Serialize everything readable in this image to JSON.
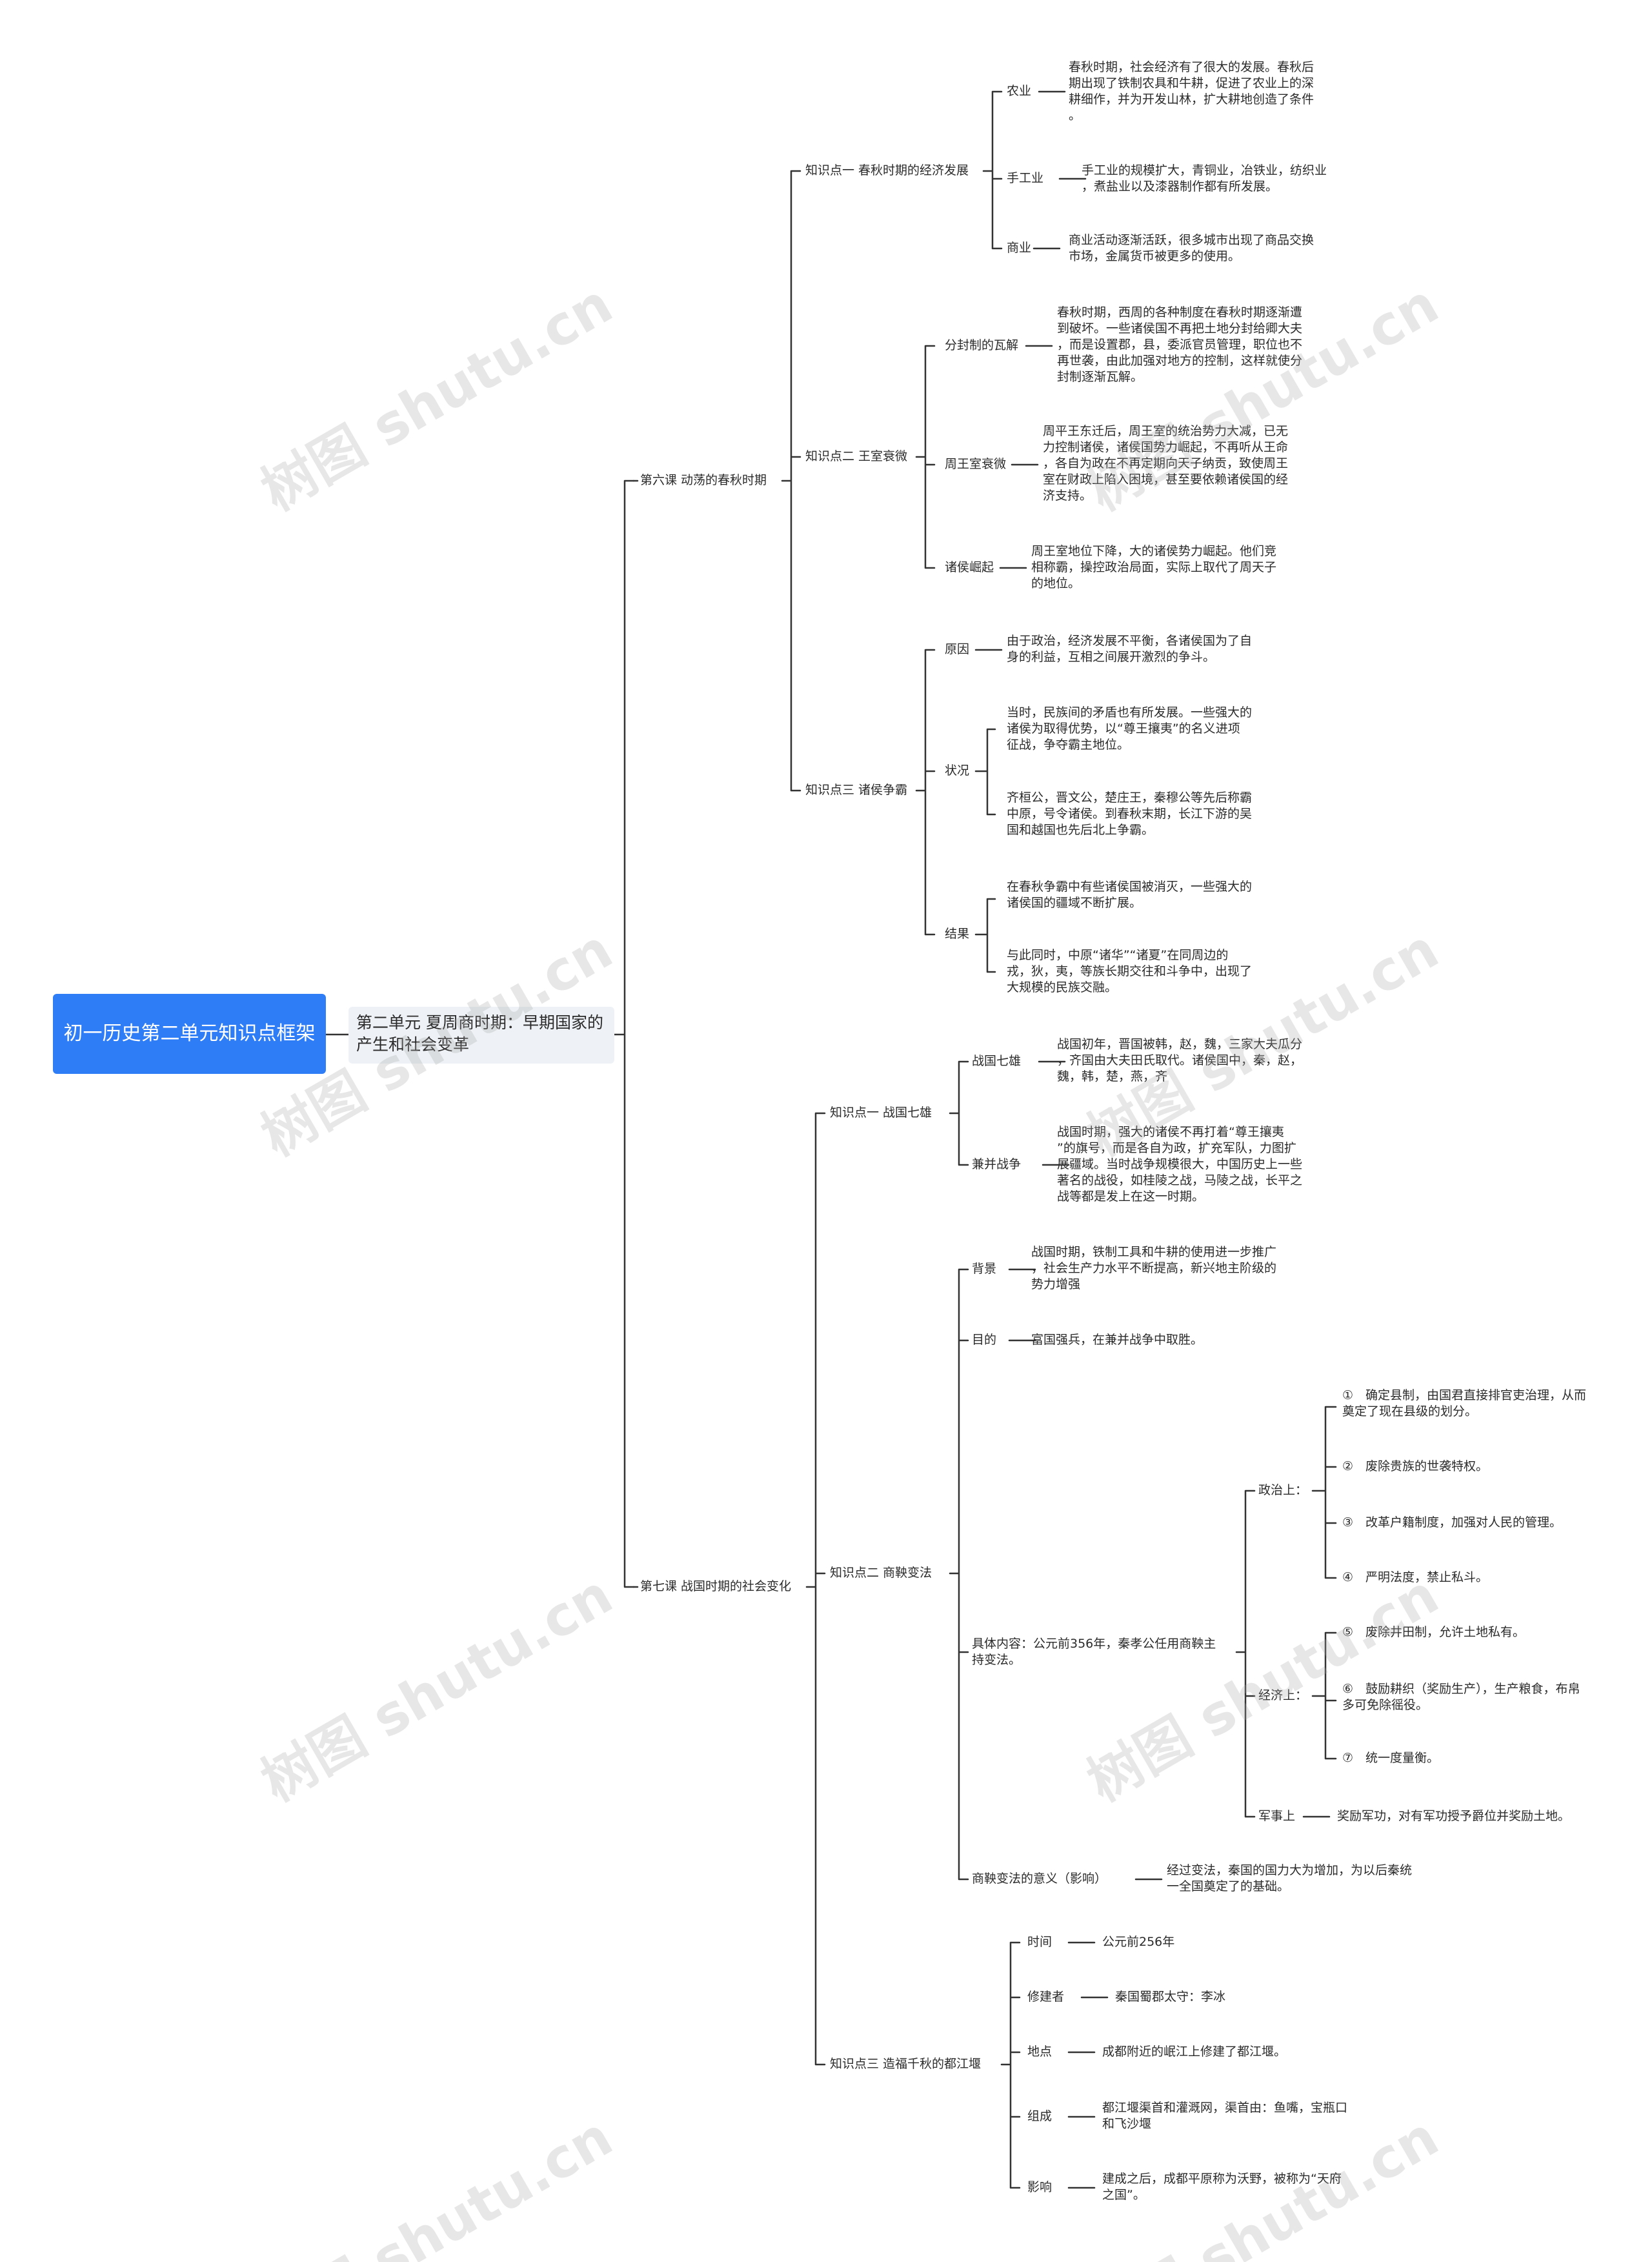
{
  "root": "初一历史第二单元知识点框架",
  "unit": "第二单元 夏周商时期：早期国家的产生和社会变革",
  "lesson6": {
    "title": "第六课 动荡的春秋时期",
    "kp1": {
      "title": "知识点一 春秋时期的经济发展",
      "agri": {
        "label": "农业",
        "text": "春秋时期，社会经济有了很大的发展。春秋后\n期出现了铁制农具和牛耕，促进了农业上的深\n耕细作，并为开发山林，扩大耕地创造了条件\n。"
      },
      "craft": {
        "label": "手工业",
        "text": "手工业的规模扩大，青铜业，冶铁业，纺织业\n，煮盐业以及漆器制作都有所发展。"
      },
      "trade": {
        "label": "商业",
        "text": "商业活动逐渐活跃，很多城市出现了商品交换\n市场，金属货币被更多的使用。"
      }
    },
    "kp2": {
      "title": "知识点二 王室衰微",
      "fenfeng": {
        "label": "分封制的瓦解",
        "text": "春秋时期，西周的各种制度在春秋时期逐渐遭\n到破坏。一些诸侯国不再把土地分封给卿大夫\n，而是设置郡，县，委派官员管理，职位也不\n再世袭，由此加强对地方的控制，这样就使分\n封制逐渐瓦解。"
      },
      "royal": {
        "label": "周王室衰微",
        "text": "周平王东迁后，周王室的统治势力大减，已无\n力控制诸侯，诸侯国势力崛起，不再听从王命\n，各自为政在不再定期向天子纳贡，致使周王\n室在财政上陷入困境，甚至要依赖诸侯国的经\n济支持。"
      },
      "rise": {
        "label": "诸侯崛起",
        "text": "周王室地位下降，大的诸侯势力崛起。他们竞\n相称霸，操控政治局面，实际上取代了周天子\n的地位。"
      }
    },
    "kp3": {
      "title": "知识点三 诸侯争霸",
      "cause": {
        "label": "原因",
        "text": "由于政治，经济发展不平衡，各诸侯国为了自\n身的利益，互相之间展开激烈的争斗。"
      },
      "status": {
        "label": "状况",
        "text1": "当时，民族间的矛盾也有所发展。一些强大的\n诸侯为取得优势，以“尊王攘夷”的名义进项\n征战，争夺霸主地位。",
        "text2": "齐桓公，晋文公，楚庄王，秦穆公等先后称霸\n中原，号令诸侯。到春秋末期，长江下游的吴\n国和越国也先后北上争霸。"
      },
      "result": {
        "label": "结果",
        "text1": "在春秋争霸中有些诸侯国被消灭，一些强大的\n诸侯国的疆域不断扩展。",
        "text2": "与此同时，中原“诸华”“诸夏”在同周边的\n戎，狄，夷，等族长期交往和斗争中，出现了\n大规模的民族交融。"
      }
    }
  },
  "lesson7": {
    "title": "第七课 战国时期的社会变化",
    "kp1": {
      "title": "知识点一 战国七雄",
      "seven": {
        "label": "战国七雄",
        "text": "战国初年，晋国被韩，赵，魏，三家大夫瓜分\n，齐国由大夫田氏取代。诸侯国中，秦，赵，\n魏，韩，楚，燕，齐"
      },
      "war": {
        "label": "兼并战争",
        "text": "战国时期，强大的诸侯不再打着“尊王攘夷\n”的旗号，而是各自为政，扩充军队，力图扩\n展疆域。当时战争规模很大，中国历史上一些\n著名的战役，如桂陵之战，马陵之战，长平之\n战等都是发上在这一时期。"
      }
    },
    "kp2": {
      "title": "知识点二 商鞅变法",
      "bg": {
        "label": "背景",
        "text": "战国时期，铁制工具和牛耕的使用进一步推广\n，社会生产力水平不断提高，新兴地主阶级的\n势力增强"
      },
      "goal": {
        "label": "目的",
        "text": "富国强兵，在兼并战争中取胜。"
      },
      "content": {
        "label": "具体内容：公元前356年，秦孝公任用商鞅主\n持变法。",
        "politics": {
          "label": "政治上：",
          "items": [
            "①　确定县制，由国君直接排官吏治理，从而\n奠定了现在县级的划分。",
            "②　废除贵族的世袭特权。",
            "③　改革户籍制度，加强对人民的管理。",
            "④　严明法度，禁止私斗。"
          ]
        },
        "economy": {
          "label": "经济上：",
          "items": [
            "⑤　废除井田制，允许土地私有。",
            "⑥　鼓励耕织（奖励生产），生产粮食，布帛\n多可免除徭役。",
            "⑦　统一度量衡。"
          ]
        },
        "military": {
          "label": "军事上",
          "text": "奖励军功，对有军功授予爵位并奖励土地。"
        }
      },
      "meaning": {
        "label": "商鞅变法的意义（影响）",
        "text": "经过变法，秦国的国力大为增加，为以后秦统\n一全国奠定了的基础。"
      }
    },
    "kp3": {
      "title": "知识点三 造福千秋的都江堰",
      "time": {
        "label": "时间",
        "text": "公元前256年"
      },
      "builder": {
        "label": "修建者",
        "text": "秦国蜀郡太守：李冰"
      },
      "place": {
        "label": "地点",
        "text": "成都附近的岷江上修建了都江堰。"
      },
      "parts": {
        "label": "组成",
        "text": "都江堰渠首和灌溉网，渠首由：鱼嘴，宝瓶口\n和飞沙堰"
      },
      "impact": {
        "label": "影响",
        "text": "建成之后，成都平原称为沃野，被称为“天府\n之国”。"
      }
    }
  },
  "watermark": "树图 shutu.cn"
}
